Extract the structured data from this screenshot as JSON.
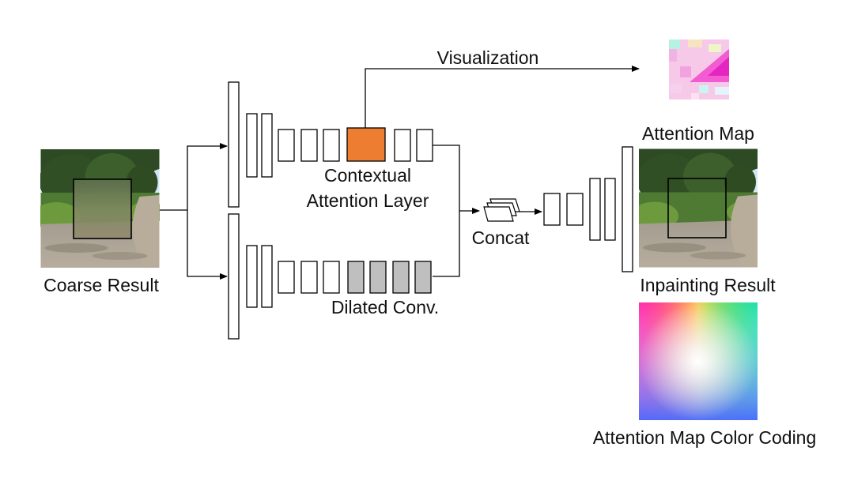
{
  "labels": {
    "coarse_result": "Coarse Result",
    "visualization": "Visualization",
    "contextual_line1": "Contextual",
    "contextual_line2": "Attention Layer",
    "dilated_conv": "Dilated Conv.",
    "concat": "Concat",
    "attention_map": "Attention Map",
    "inpainting_result": "Inpainting Result",
    "color_coding": "Attention Map Color Coding"
  },
  "colors": {
    "attention_layer": "#ED7D31",
    "dilated_conv": "#BFBFBF",
    "line": "#000000"
  }
}
